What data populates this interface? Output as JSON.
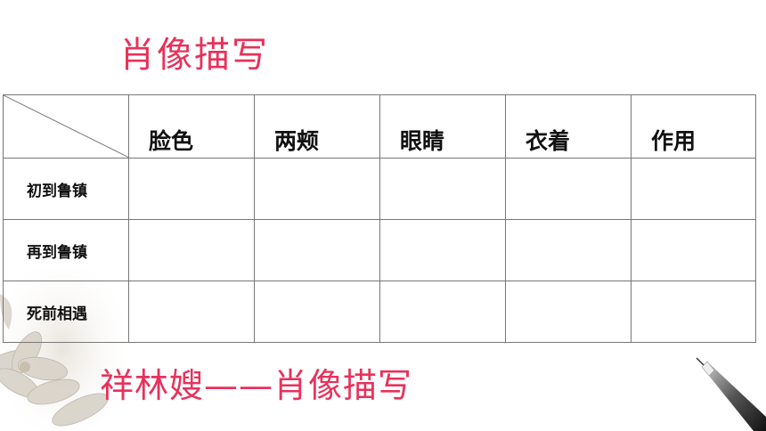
{
  "slide": {
    "title": "肖像描写",
    "subtitle": "祥林嫂——肖像描写"
  },
  "table": {
    "columns": [
      "脸色",
      "两颊",
      "眼睛",
      "衣着",
      "作用"
    ],
    "rows": [
      {
        "label": "初到鲁镇",
        "cells": [
          "",
          "",
          "",
          "",
          ""
        ]
      },
      {
        "label": "再到鲁镇",
        "cells": [
          "",
          "",
          "",
          "",
          ""
        ]
      },
      {
        "label": "死前相遇",
        "cells": [
          "",
          "",
          "",
          "",
          ""
        ]
      }
    ]
  },
  "colors": {
    "title": "#e8315a",
    "border": "#777777",
    "text": "#111111"
  },
  "icons": [
    "flower-decoration-icon",
    "pen-icon"
  ]
}
